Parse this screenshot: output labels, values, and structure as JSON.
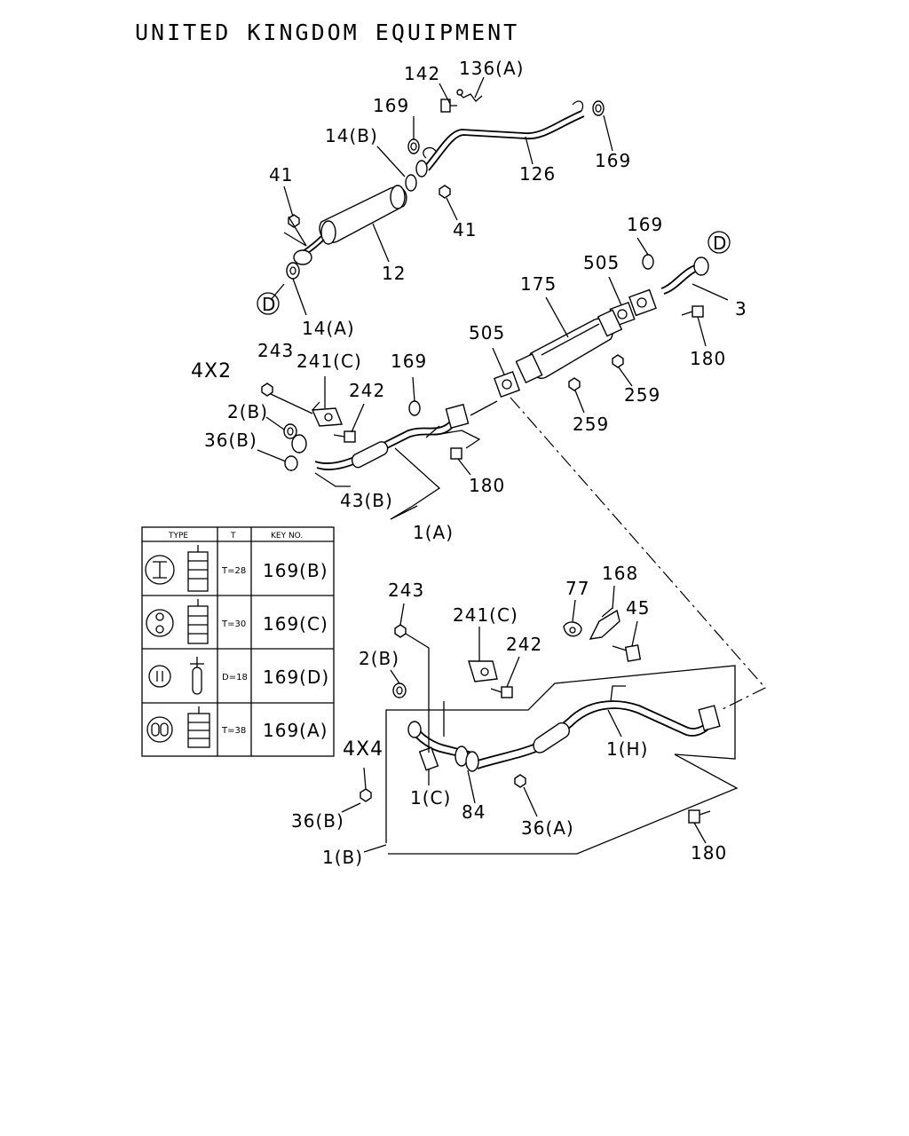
{
  "title": "UNITED KINGDOM EQUIPMENT",
  "variants": {
    "v4x2": "4X2",
    "v4x4": "4X4"
  },
  "upper_labels": [
    "142",
    "136(A)",
    "169",
    "14(B)",
    "126",
    "169",
    "41",
    "41",
    "12",
    "14(A)",
    "169",
    "505",
    "175",
    "3",
    "180",
    "505",
    "243",
    "241(C)",
    "169",
    "242",
    "2(B)",
    "36(B)",
    "259",
    "259",
    "180",
    "43(B)",
    "1(A)"
  ],
  "lower_labels": [
    "243",
    "241(C)",
    "242",
    "77",
    "168",
    "45",
    "2(B)",
    "1(H)",
    "4X4",
    "1(C)",
    "84",
    "36(A)",
    "36(B)",
    "1(B)",
    "180"
  ],
  "connector_marks": [
    "D",
    "D"
  ],
  "table": {
    "headers": {
      "type": "TYPE",
      "t": "T",
      "key": "KEY NO."
    },
    "rows": [
      {
        "dim": "T=28",
        "key": "169(B)"
      },
      {
        "dim": "T=30",
        "key": "169(C)"
      },
      {
        "dim": "D=18",
        "key": "169(D)"
      },
      {
        "dim": "T=38",
        "key": "169(A)"
      }
    ]
  }
}
